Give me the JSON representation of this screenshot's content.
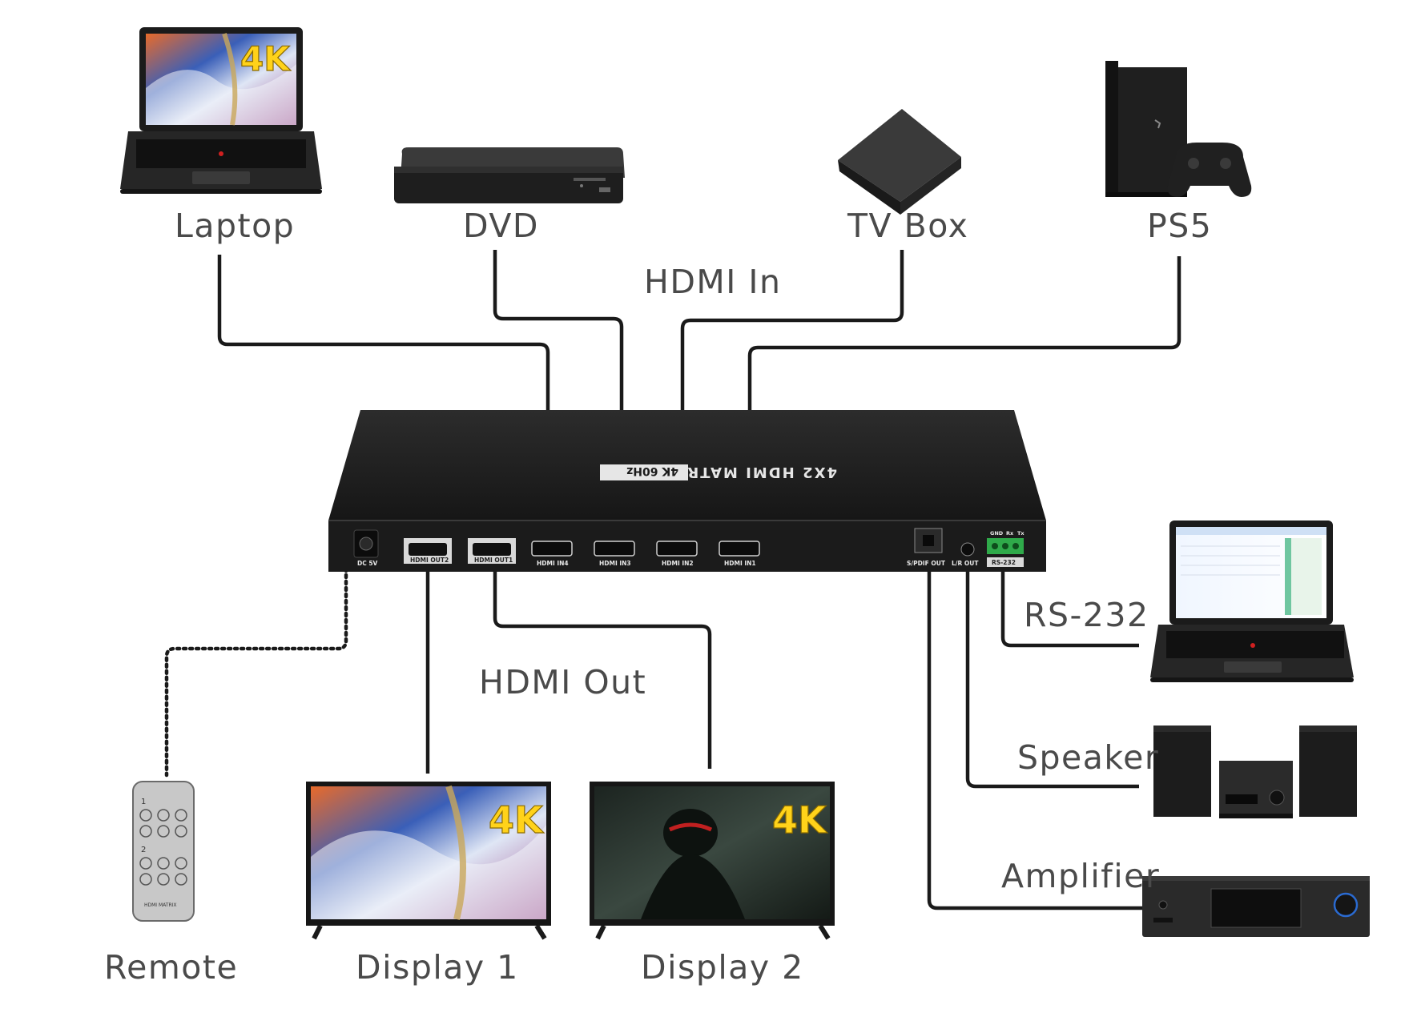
{
  "devices": {
    "laptop": "Laptop",
    "dvd": "DVD",
    "tv_box": "TV Box",
    "ps5": "PS5",
    "rs232": "RS-232",
    "speaker": "Speaker",
    "amplifier": "Amplifier",
    "remote": "Remote",
    "display1": "Display 1",
    "display2": "Display 2"
  },
  "groups": {
    "hdmi_in": "HDMI In",
    "hdmi_out": "HDMI Out"
  },
  "matrix": {
    "title": "4X2 HDMI MATRIX",
    "badge": "4K 60Hz",
    "ports": {
      "dc": "DC 5V",
      "out2": "HDMI OUT2",
      "out1": "HDMI OUT1",
      "in4": "HDMI IN4",
      "in3": "HDMI IN3",
      "in2": "HDMI IN2",
      "in1": "HDMI IN1",
      "spdif": "S/PDIF OUT",
      "lr": "L/R OUT",
      "rs232": "RS-232",
      "gnd": "GND",
      "rx": "Rx",
      "tx": "Tx"
    }
  },
  "display_badge": "4K",
  "remote_keys": {
    "group1": "1",
    "group2": "2",
    "brand": "HDMI MATRIX"
  },
  "colors": {
    "device_black": "#1e1e1e",
    "terminal_green": "#2faa4a",
    "badge_yellow": "#ffd21a",
    "label_gray": "#4a4a4a"
  }
}
